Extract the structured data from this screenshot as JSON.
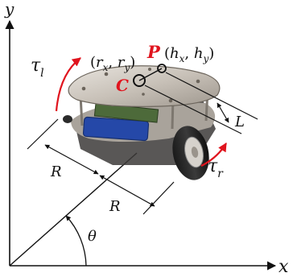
{
  "axes": {
    "x_label": "x",
    "y_label": "y",
    "angle_label": "θ"
  },
  "robot": {
    "point_p_label": "P",
    "point_p_coords": "(h_x, h_y)",
    "point_c_label": "C",
    "point_c_coords": "(r_x, r_y)",
    "offset_label": "L",
    "half_track_label_upper": "R",
    "half_track_label_lower": "R",
    "left_torque_label": "τ_l",
    "right_torque_label": "τ_r"
  },
  "colors": {
    "accent_red": "#e0141e",
    "axis_black": "#111111",
    "chassis_silver": "#c9c3bb",
    "battery_blue": "#2548a8"
  }
}
